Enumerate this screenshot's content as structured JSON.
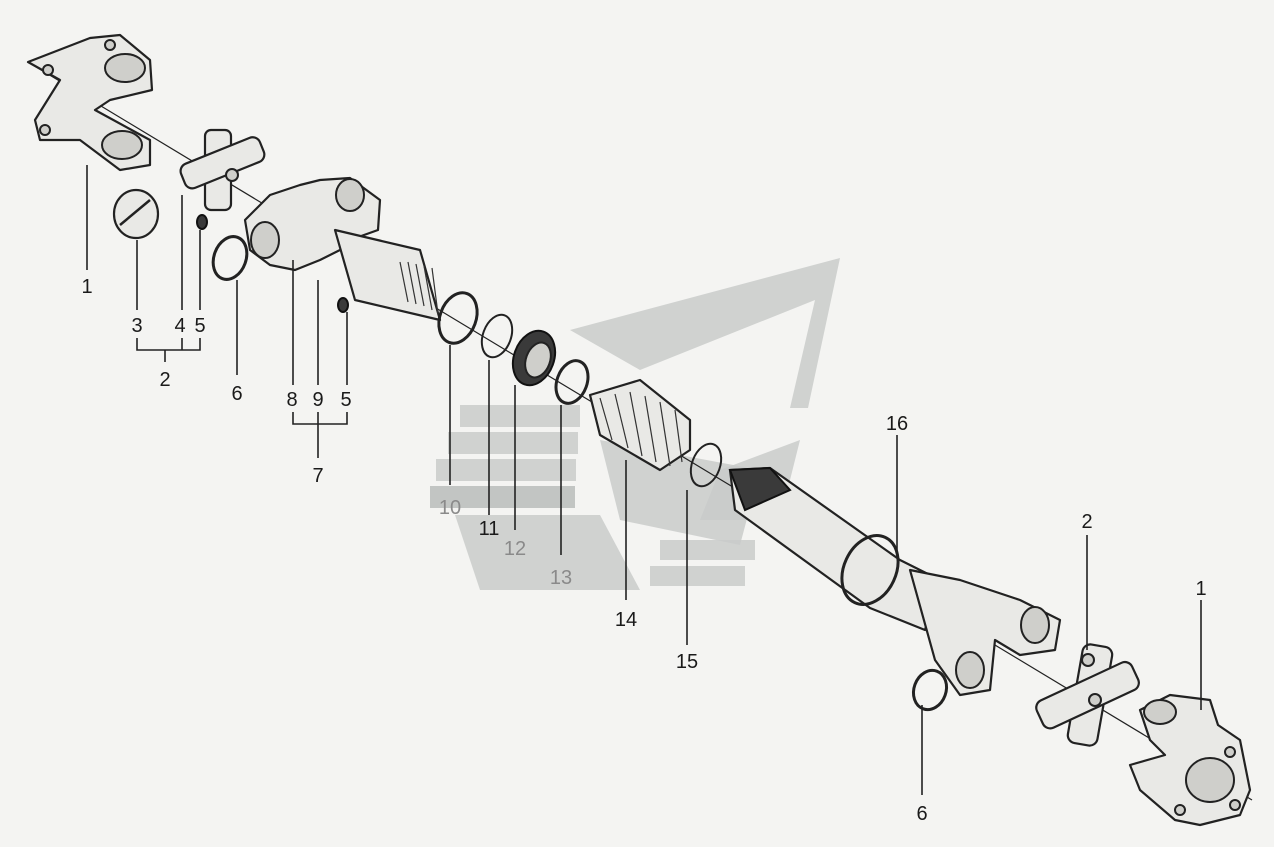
{
  "diagram": {
    "callouts": [
      {
        "id": "c1a",
        "text": "1"
      },
      {
        "id": "c3",
        "text": "3"
      },
      {
        "id": "c4",
        "text": "4"
      },
      {
        "id": "c5a",
        "text": "5"
      },
      {
        "id": "c2a",
        "text": "2"
      },
      {
        "id": "c6a",
        "text": "6"
      },
      {
        "id": "c8",
        "text": "8"
      },
      {
        "id": "c9",
        "text": "9"
      },
      {
        "id": "c5b",
        "text": "5"
      },
      {
        "id": "c7",
        "text": "7"
      },
      {
        "id": "c10",
        "text": "10"
      },
      {
        "id": "c11",
        "text": "11"
      },
      {
        "id": "c12",
        "text": "12"
      },
      {
        "id": "c13",
        "text": "13"
      },
      {
        "id": "c14",
        "text": "14"
      },
      {
        "id": "c15",
        "text": "15"
      },
      {
        "id": "c16",
        "text": "16"
      },
      {
        "id": "c2b",
        "text": "2"
      },
      {
        "id": "c1b",
        "text": "1"
      },
      {
        "id": "c6b",
        "text": "6"
      }
    ]
  },
  "colors": {
    "line": "#222222",
    "part_fill": "#e9e9e6",
    "watermark": "#c9cbca",
    "background": "#f4f4f2"
  }
}
